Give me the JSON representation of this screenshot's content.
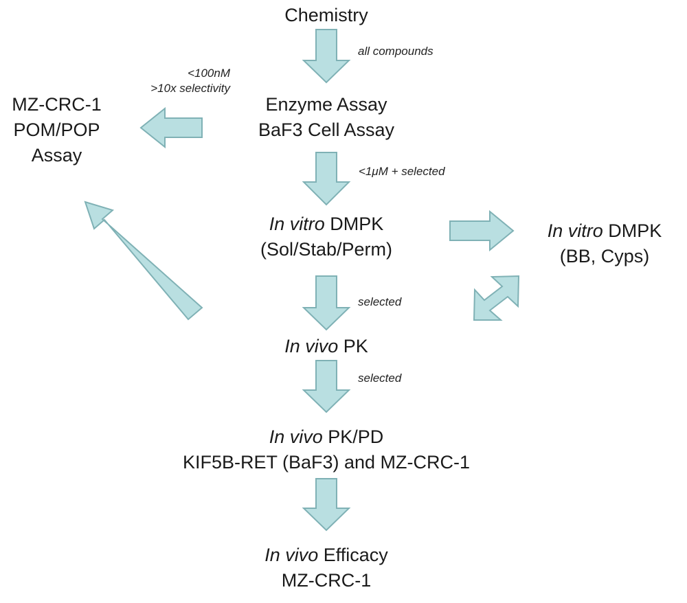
{
  "nodes": {
    "chemistry": "Chemistry",
    "enzyme_assay": {
      "line1": "Enzyme Assay",
      "line2": "BaF3 Cell Assay"
    },
    "mz_assay": {
      "line1": "MZ-CRC-1",
      "line2": "POM/POP",
      "line3": "Assay"
    },
    "in_vitro_dmpk": {
      "italic": "In vitro",
      "rest": " DMPK",
      "line2": "(Sol/Stab/Perm)"
    },
    "in_vitro_dmpk_right": {
      "italic": "In vitro",
      "rest": " DMPK",
      "line2": "(BB, Cyps)"
    },
    "in_vivo_pk": {
      "italic": "In vivo",
      "rest": " PK"
    },
    "in_vivo_pkpd": {
      "italic": "In vivo",
      "rest": " PK/PD",
      "line2": "KIF5B-RET (BaF3) and MZ-CRC-1"
    },
    "in_vivo_efficacy": {
      "italic": "In vivo",
      "rest": " Efficacy",
      "line2": "MZ-CRC-1"
    }
  },
  "notes": {
    "all_compounds": "all compounds",
    "potency_line1": "<100nM",
    "potency_line2": ">10x selectivity",
    "one_micromolar": "<1μM + selected",
    "selected_1": "selected",
    "selected_2": "selected"
  },
  "colors": {
    "arrow_fill": "#b9dfe1",
    "arrow_stroke": "#7fb1b5",
    "text": "#1a1a1a"
  }
}
